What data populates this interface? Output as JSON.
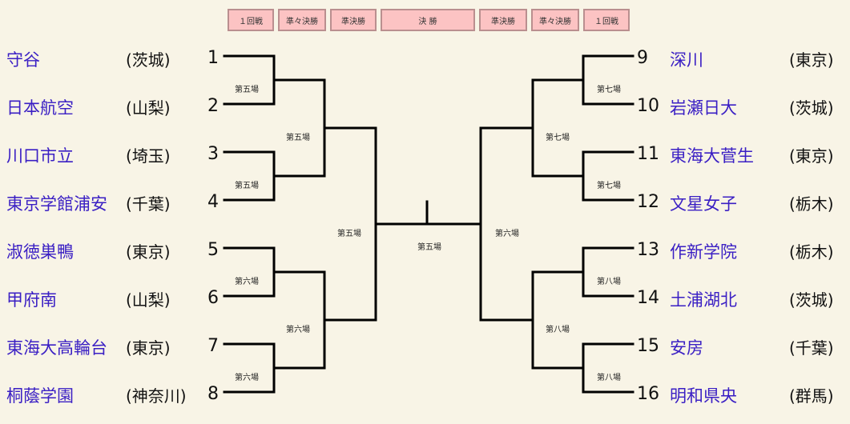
{
  "rounds": [
    "１回戦",
    "準々決勝",
    "準決勝",
    "決 勝",
    "準決勝",
    "準々決勝",
    "１回戦"
  ],
  "left": [
    {
      "name": "守谷",
      "pref": "(茨城)",
      "seed": "1"
    },
    {
      "name": "日本航空",
      "pref": "(山梨)",
      "seed": "2"
    },
    {
      "name": "川口市立",
      "pref": "(埼玉)",
      "seed": "3"
    },
    {
      "name": "東京学館浦安",
      "pref": "(千葉)",
      "seed": "4"
    },
    {
      "name": "淑徳巣鴨",
      "pref": "(東京)",
      "seed": "5"
    },
    {
      "name": "甲府南",
      "pref": "(山梨)",
      "seed": "6"
    },
    {
      "name": "東海大高輪台",
      "pref": "(東京)",
      "seed": "7"
    },
    {
      "name": "桐蔭学園",
      "pref": "(神奈川)",
      "seed": "8"
    }
  ],
  "right": [
    {
      "name": "深川",
      "pref": "(東京)",
      "seed": "9"
    },
    {
      "name": "岩瀬日大",
      "pref": "(茨城)",
      "seed": "10"
    },
    {
      "name": "東海大菅生",
      "pref": "(東京)",
      "seed": "11"
    },
    {
      "name": "文星女子",
      "pref": "(栃木)",
      "seed": "12"
    },
    {
      "name": "作新学院",
      "pref": "(栃木)",
      "seed": "13"
    },
    {
      "name": "土浦湖北",
      "pref": "(茨城)",
      "seed": "14"
    },
    {
      "name": "安房",
      "pref": "(千葉)",
      "seed": "15"
    },
    {
      "name": "明和県央",
      "pref": "(群馬)",
      "seed": "16"
    }
  ],
  "venues": {
    "left_r1": [
      "第五場",
      "第五場",
      "第六場",
      "第六場"
    ],
    "left_r2": [
      "第五場",
      "第六場"
    ],
    "left_sf": "第五場",
    "final": "第五場",
    "right_sf": "第六場",
    "right_r2": [
      "第七場",
      "第八場"
    ],
    "right_r1": [
      "第七場",
      "第七場",
      "第八場",
      "第八場"
    ]
  },
  "colors": {
    "background": "#f8f4e6",
    "tab_fill": "#fcc3c3",
    "tab_border": "#ba8f8f",
    "team_name": "#3a1fc4",
    "bracket_line": "#000000"
  }
}
